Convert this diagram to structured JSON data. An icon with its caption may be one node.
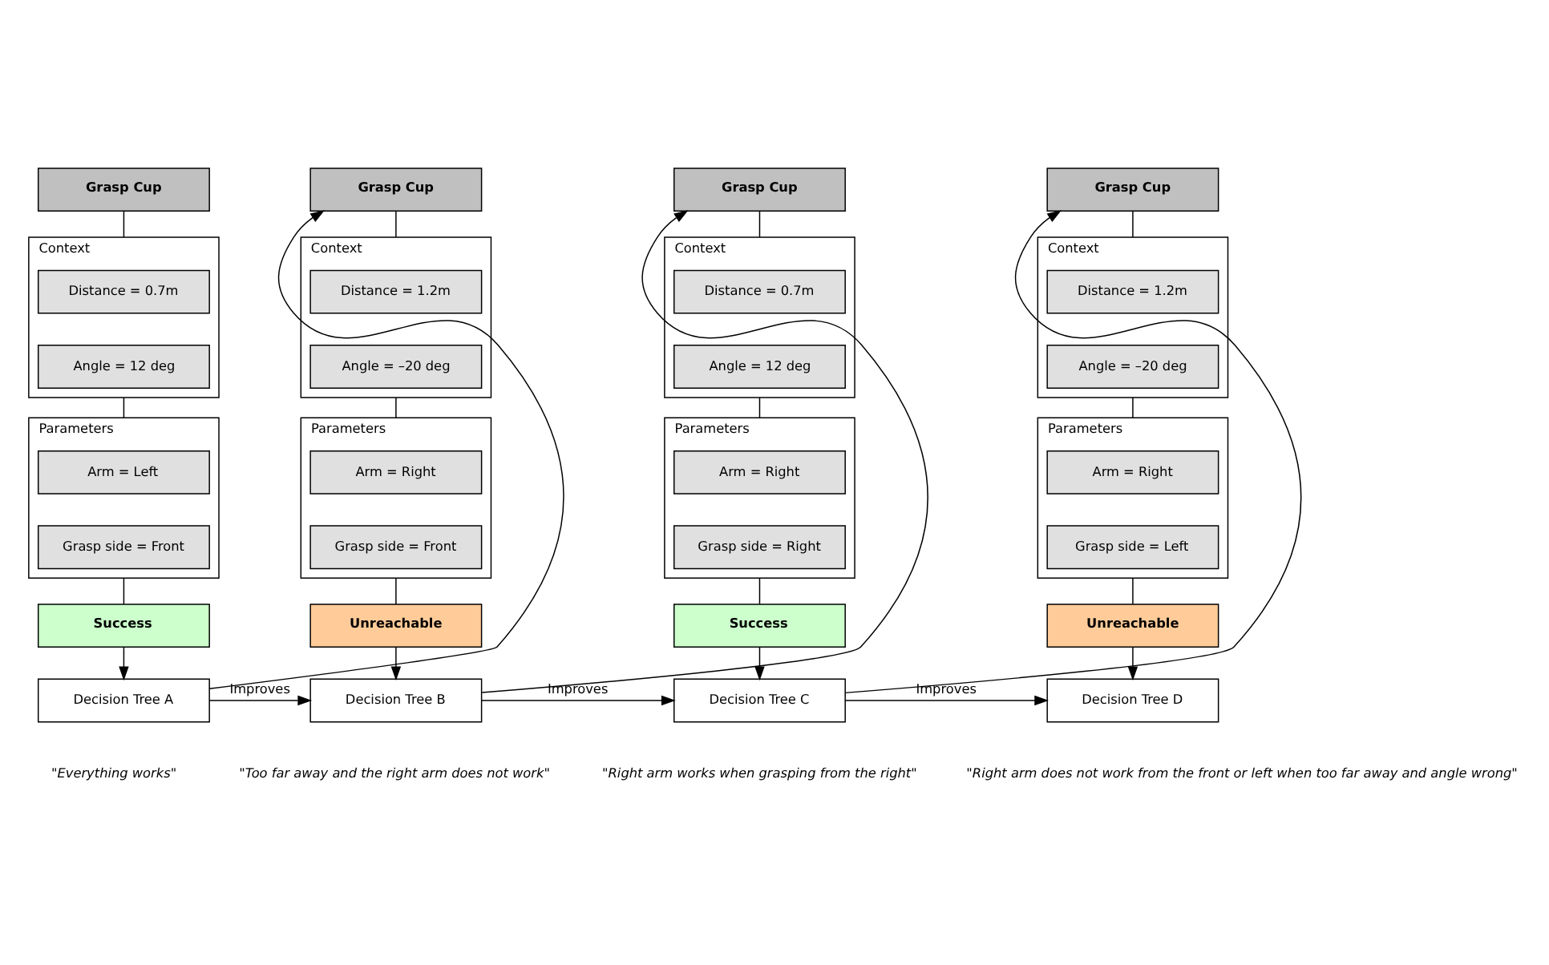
{
  "diagram": {
    "nodes": [
      {
        "text": [
          "Grasp Cup"
        ]
      },
      {
        "text": [
          "Context"
        ]
      },
      {
        "text": [
          "Distance = 0.7m"
        ],
        "in": 1
      },
      {
        "text": [
          "Angle = 12 deg"
        ],
        "in": 1
      },
      {
        "text": [
          "Parameters"
        ]
      },
      {
        "text": [
          "Arm = Left"
        ],
        "in": 4
      },
      {
        "text": [
          "Grasp side = Front"
        ],
        "in": 4
      },
      {
        "text": [
          "Success"
        ]
      },
      {
        "text": [
          "Decision Tree A"
        ],
        "beside": [
          "\"Everything works\""
        ]
      },
      {
        "text": [
          "Grasp Cup"
        ]
      },
      {
        "text": [
          "Context"
        ]
      },
      {
        "text": [
          "Distance = 1.2m"
        ],
        "in": 10
      },
      {
        "text": [
          "Angle = –20 deg"
        ],
        "in": 10
      },
      {
        "text": [
          "Parameters"
        ]
      },
      {
        "text": [
          "Arm = Right"
        ],
        "in": 13
      },
      {
        "text": [
          "Grasp side = Front"
        ],
        "in": 13
      },
      {
        "text": [
          "Unreachable"
        ]
      },
      {
        "text": [
          "Decision Tree B"
        ],
        "beside": [
          "\"Too far away and the right arm does not work\""
        ]
      },
      {
        "text": [
          "Grasp Cup"
        ]
      },
      {
        "text": [
          "Context"
        ]
      },
      {
        "text": [
          "Distance = 0.7m"
        ],
        "in": 19
      },
      {
        "text": [
          "Angle = 12 deg"
        ],
        "in": 19
      },
      {
        "text": [
          "Parameters"
        ]
      },
      {
        "text": [
          "Arm = Right"
        ],
        "in": 22
      },
      {
        "text": [
          "Grasp side = Right"
        ],
        "in": 22
      },
      {
        "text": [
          "Success"
        ]
      },
      {
        "text": [
          "Decision Tree C"
        ],
        "beside": [
          "\"Right arm works when grasping from the right\""
        ]
      },
      {
        "text": [
          "Grasp Cup"
        ]
      },
      {
        "text": [
          "Context"
        ]
      },
      {
        "text": [
          "Distance = 1.2m"
        ],
        "in": 28
      },
      {
        "text": [
          "Angle = –20 deg"
        ],
        "in": 28
      },
      {
        "text": [
          "Parameters"
        ]
      },
      {
        "text": [
          "Arm = Right"
        ],
        "in": 31
      },
      {
        "text": [
          "Grasp side = Left"
        ],
        "in": 31
      },
      {
        "text": [
          "Unreachable"
        ]
      },
      {
        "text": [
          "Decision Tree D"
        ],
        "beside": [
          "\"Right arm does not work from the front or left when too far away and angle wrong\""
        ]
      }
    ],
    "edges": [
      {
        "from": 0,
        "to": 1,
        "arrow": "none"
      },
      {
        "from": 1,
        "to": 4,
        "arrow": "none"
      },
      {
        "from": 4,
        "to": 7,
        "arrow": "none"
      },
      {
        "from": 7,
        "to": 8,
        "arrow": "to"
      },
      {
        "from": 9,
        "to": 10,
        "arrow": "none"
      },
      {
        "from": 10,
        "to": 13,
        "arrow": "none"
      },
      {
        "from": 13,
        "to": 16,
        "arrow": "none"
      },
      {
        "from": 16,
        "to": 17,
        "arrow": "to"
      },
      {
        "from": 18,
        "to": 19,
        "arrow": "none"
      },
      {
        "from": 19,
        "to": 22,
        "arrow": "none"
      },
      {
        "from": 22,
        "to": 25,
        "arrow": "none"
      },
      {
        "from": 25,
        "to": 26,
        "arrow": "to"
      },
      {
        "from": 27,
        "to": 28,
        "arrow": "none"
      },
      {
        "from": 28,
        "to": 31,
        "arrow": "none"
      },
      {
        "from": 31,
        "to": 34,
        "arrow": "none"
      },
      {
        "from": 34,
        "to": 35,
        "arrow": "to"
      },
      {
        "from": 8,
        "to": 9,
        "arrow": "to"
      },
      {
        "from": 8,
        "to": 17,
        "arrow": "to",
        "label": "Improves"
      },
      {
        "from": 17,
        "to": 18,
        "arrow": "to"
      },
      {
        "from": 17,
        "to": 26,
        "arrow": "to",
        "label": "Improves"
      },
      {
        "from": 26,
        "to": 27,
        "arrow": "to"
      },
      {
        "from": 26,
        "to": 35,
        "arrow": "to",
        "label": "Improves"
      }
    ]
  }
}
